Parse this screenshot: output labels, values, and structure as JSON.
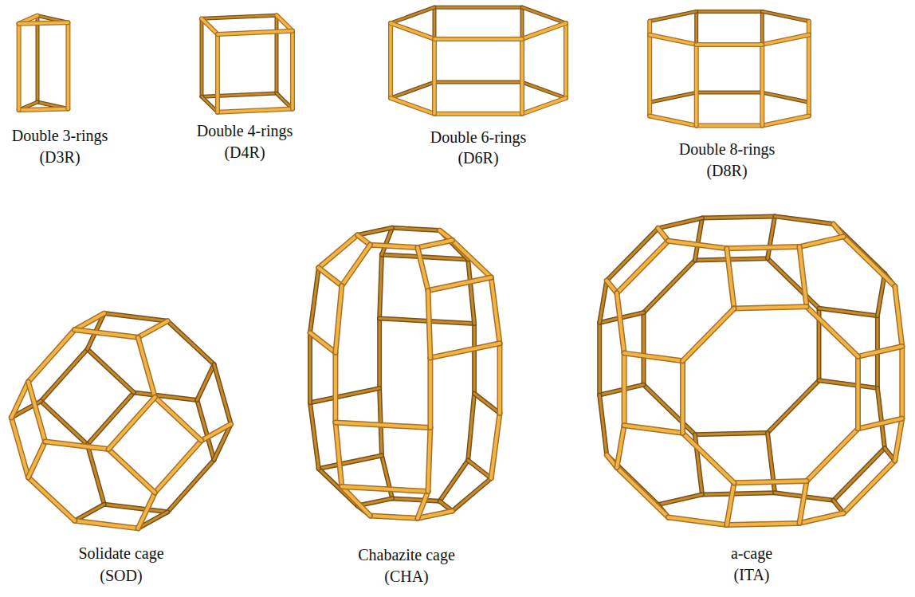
{
  "diagram": {
    "labels": [
      "Double 3-rings",
      "(D3R)",
      "Double 4-rings",
      "(D4R)",
      "Double 6-rings",
      "(D6R)",
      "Double 8-rings",
      "(D8R)",
      "Solidate cage",
      "(SOD)",
      "Chabazite cage",
      "(CHA)",
      "a-cage",
      "(ITA)"
    ]
  }
}
